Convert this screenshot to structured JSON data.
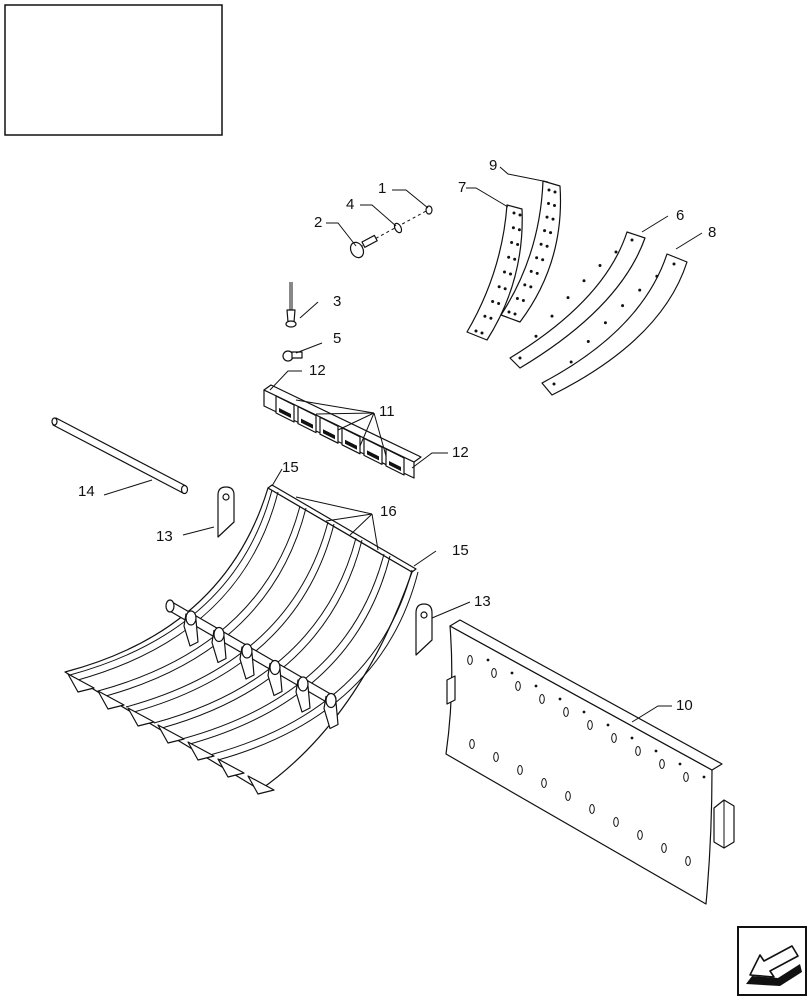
{
  "callouts": {
    "c1": "1",
    "c2": "2",
    "c3": "3",
    "c4": "4",
    "c5": "5",
    "c6": "6",
    "c7": "7",
    "c8": "8",
    "c9": "9",
    "c10": "10",
    "c11": "11",
    "c12a": "12",
    "c12b": "12",
    "c13a": "13",
    "c13b": "13",
    "c14": "14",
    "c15a": "15",
    "c15b": "15",
    "c16": "16"
  },
  "icons": {
    "title_box": "blank-title-box",
    "nav": "next-page-arrow-icon"
  }
}
